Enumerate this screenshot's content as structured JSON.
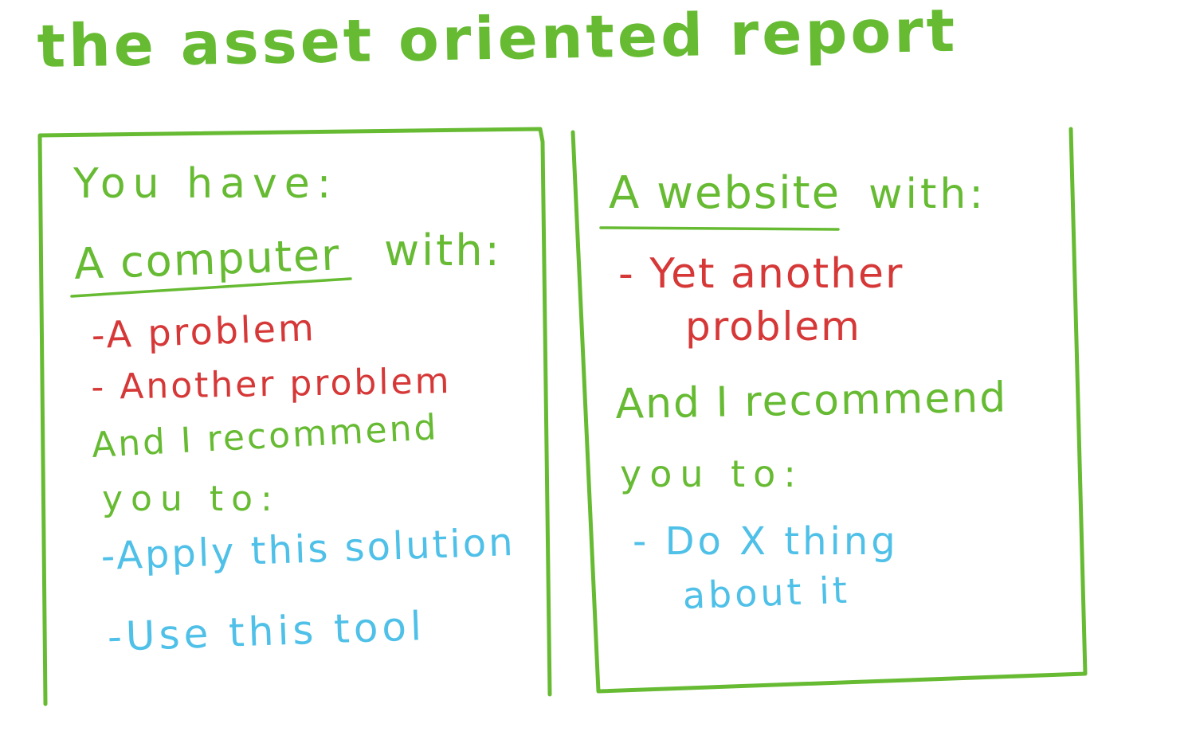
{
  "title": "the asset oriented report",
  "colors": {
    "frame": "#66BB33",
    "problem": "#D63838",
    "solution": "#4FC0E8"
  },
  "left_box": {
    "intro": "You have:",
    "asset": "A computer",
    "asset_suffix": "with:",
    "problems": [
      "-A problem",
      "- Another problem"
    ],
    "recommend_line1": "And I recommend",
    "recommend_line2": "you to:",
    "solutions": [
      "-Apply this solution",
      "-Use this tool"
    ]
  },
  "right_box": {
    "asset": "A website",
    "asset_suffix": "with:",
    "problem_line1": "- Yet another",
    "problem_line2": "problem",
    "recommend_line1": "And I recommend",
    "recommend_line2": "you to:",
    "solution_line1": "- Do X thing",
    "solution_line2": "about it"
  }
}
